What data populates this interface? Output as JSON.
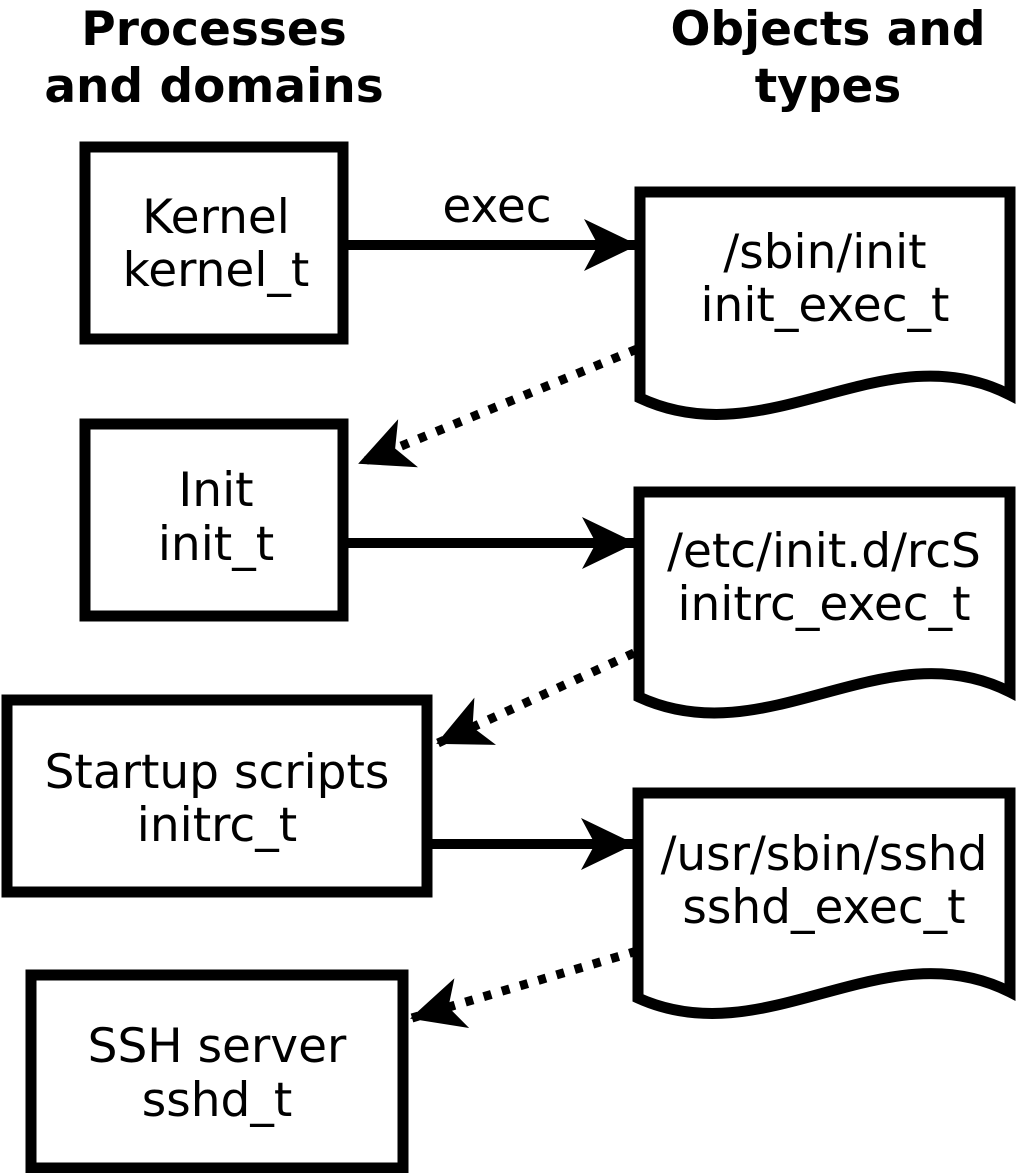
{
  "headers": {
    "left": {
      "line1": "Processes",
      "line2": "and domains"
    },
    "right": {
      "line1": "Objects and",
      "line2": "types"
    }
  },
  "nodes": {
    "kernel": {
      "kind": "process",
      "line1": "Kernel",
      "line2": "kernel_t"
    },
    "init": {
      "kind": "process",
      "line1": "Init",
      "line2": "init_t"
    },
    "startup": {
      "kind": "process",
      "line1": "Startup scripts",
      "line2": "initrc_t"
    },
    "ssh": {
      "kind": "process",
      "line1": "SSH server",
      "line2": "sshd_t"
    },
    "sbin_init": {
      "kind": "object",
      "line1": "/sbin/init",
      "line2": "init_exec_t"
    },
    "etc_rcs": {
      "kind": "object",
      "line1": "/etc/init.d/rcS",
      "line2": "initrc_exec_t"
    },
    "usr_sshd": {
      "kind": "object",
      "line1": "/usr/sbin/sshd",
      "line2": "sshd_exec_t"
    }
  },
  "labels": {
    "exec": "exec"
  },
  "edges": [
    {
      "from": "kernel",
      "to": "sbin_init",
      "style": "solid",
      "label": "exec"
    },
    {
      "from": "sbin_init",
      "to": "init",
      "style": "dotted",
      "label": ""
    },
    {
      "from": "init",
      "to": "etc_rcs",
      "style": "solid",
      "label": ""
    },
    {
      "from": "etc_rcs",
      "to": "startup",
      "style": "dotted",
      "label": ""
    },
    {
      "from": "startup",
      "to": "usr_sshd",
      "style": "solid",
      "label": ""
    },
    {
      "from": "usr_sshd",
      "to": "ssh",
      "style": "dotted",
      "label": ""
    }
  ],
  "colors": {
    "ink": "#000000",
    "background": "#ffffff"
  }
}
